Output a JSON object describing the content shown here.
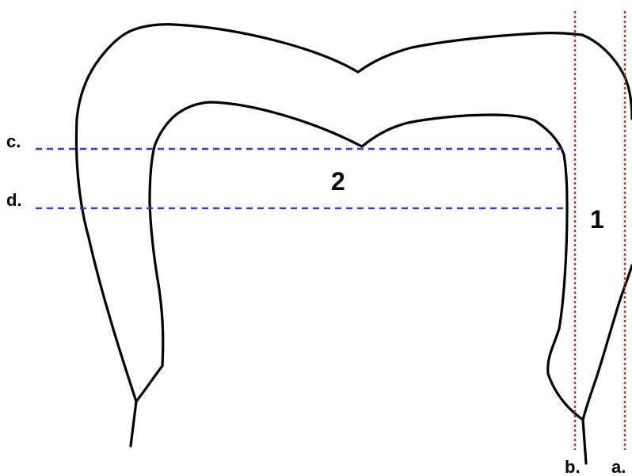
{
  "labels": {
    "a": "a.",
    "b": "b.",
    "c": "c.",
    "d": "d.",
    "region_1": "1",
    "region_2": "2"
  },
  "colors": {
    "outline": "#000000",
    "horizontal_dashed": "#2e3ee6",
    "vertical_dotted": "#d2301f",
    "background": "#ffffff"
  }
}
